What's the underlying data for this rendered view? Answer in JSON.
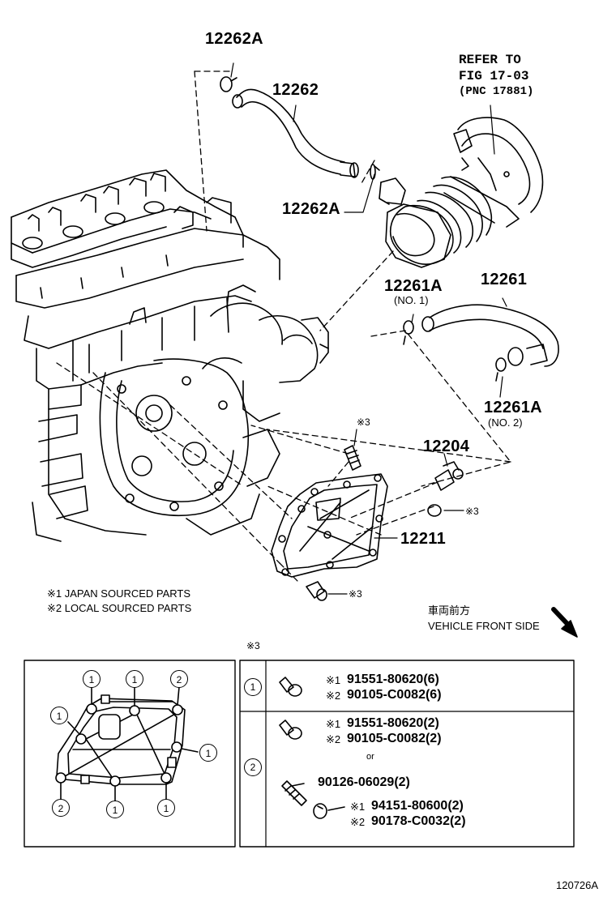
{
  "callouts": {
    "hose_upper_clip": "12262A",
    "hose_upper": "12262",
    "hose_upper_clip_lower": "12262A",
    "refer_line1": "REFER TO",
    "refer_line2": "FIG 17-03",
    "refer_line3": "(PNC 17881)",
    "hose_lower_clip_1": "12261A",
    "hose_lower_clip_1_sub": "(NO. 1)",
    "hose_lower": "12261",
    "hose_lower_clip_2": "12261A",
    "hose_lower_clip_2_sub": "(NO. 2)",
    "valve": "12204",
    "cover": "12211",
    "stud_ref": "※3",
    "nut_ref": "※3",
    "bolt_ref": "※3",
    "table_ref": "※3"
  },
  "notes": {
    "japan": "※1 JAPAN SOURCED PARTS",
    "local": "※2 LOCAL SOURCED PARTS"
  },
  "front": {
    "jp": "車両前方",
    "en": "VEHICLE FRONT SIDE"
  },
  "detail_circles": {
    "top1": "1",
    "top2": "1",
    "top3": "2",
    "left": "1",
    "right": "1",
    "bot1": "2",
    "bot2": "1",
    "bot3": "1"
  },
  "table": {
    "row1_key": "1",
    "row1_a_mark": "※1",
    "row1_a_part": "91551-80620(6)",
    "row1_b_mark": "※2",
    "row1_b_part": "90105-C0082(6)",
    "row2_key": "2",
    "row2_a_mark": "※1",
    "row2_a_part": "91551-80620(2)",
    "row2_b_mark": "※2",
    "row2_b_part": "90105-C0082(2)",
    "or": "or",
    "row2_stud": "90126-06029(2)",
    "row2_c_mark": "※1",
    "row2_c_part": "94151-80600(2)",
    "row2_d_mark": "※2",
    "row2_d_part": "90178-C0032(2)"
  },
  "figure_id": "120726A"
}
